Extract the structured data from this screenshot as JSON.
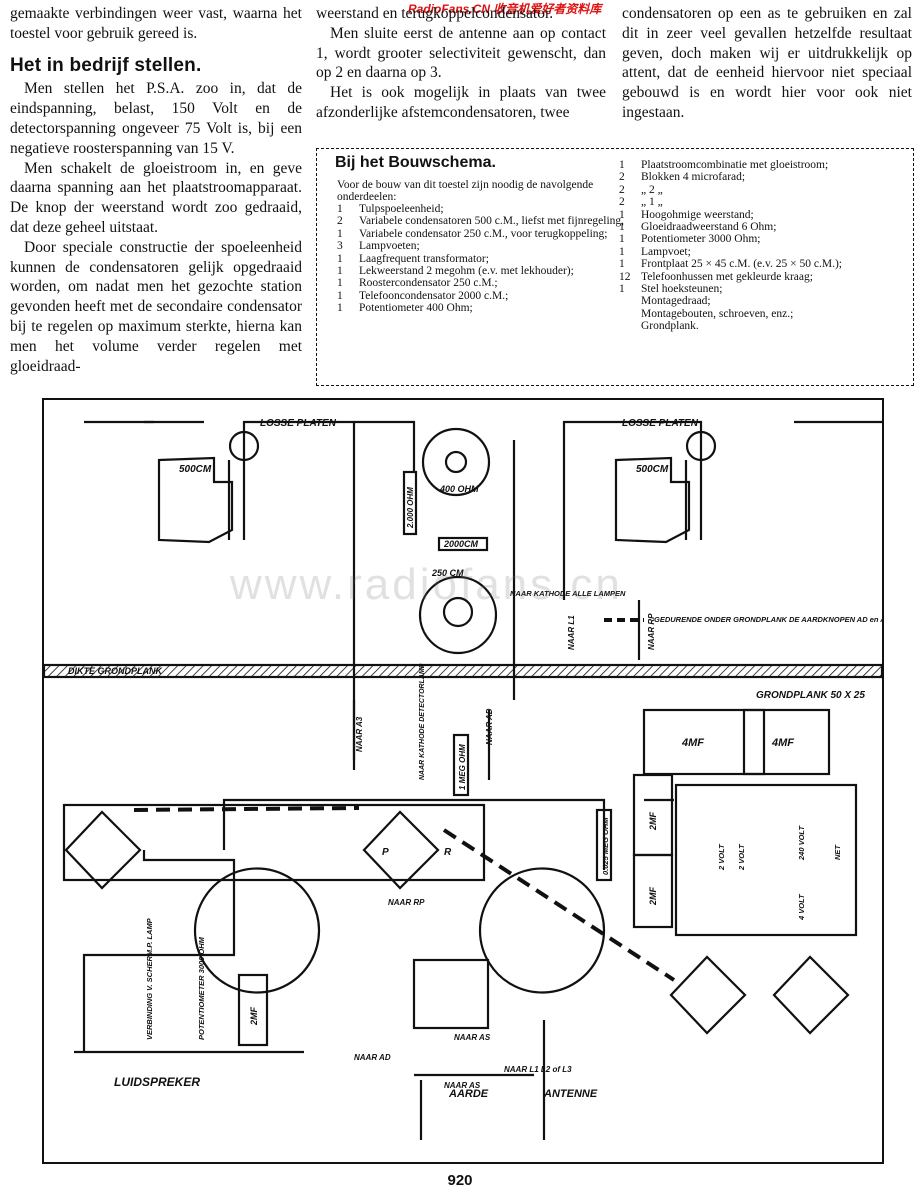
{
  "watermark_top": "RadioFans.CN 收音机爱好者资料库",
  "watermark_center": "www.radiofans.cn",
  "col1": {
    "p0": "gemaakte verbindingen weer vast, waarna het toestel voor gebruik gereed is.",
    "heading": "Het in bedrijf stellen.",
    "p1": "Men stellen het P.S.A. zoo in, dat de eindspanning, belast, 150 Volt en de detectorspanning ongeveer 75 Volt is, bij een negatieve roosterspanning van 15 V.",
    "p2": "Men schakelt de gloeistroom in, en geve daarna spanning aan het plaatstroomapparaat. De knop der weerstand wordt zoo gedraaid, dat deze geheel uitstaat.",
    "p3": "Door speciale constructie der spoeleenheid kunnen de condensatoren gelijk opgedraaid worden, om nadat men het gezochte station gevonden heeft met de secondaire condensator bij te regelen op maximum sterkte, hierna kan men het volume verder regelen met gloeidraad-"
  },
  "col2": {
    "p0": "weerstand en terugkoppelcondensator.",
    "p1": "Men sluite eerst de antenne aan op contact 1, wordt grooter selectiviteit gewenscht, dan op 2 en daarna op 3.",
    "p2": "Het is ook mogelijk in plaats van twee afzonderlijke afstemcondensatoren, twee"
  },
  "col3": {
    "p0": "condensatoren op een as te gebruiken en zal dit in zeer veel gevallen hetzelfde resultaat geven, doch maken wij er uitdrukkelijk op attent, dat de eenheid hiervoor niet speciaal gebouwd is en wordt hier voor ook niet ingestaan."
  },
  "parts": {
    "title": "Bij het Bouwschema.",
    "intro": "Voor de bouw van dit toestel zijn noodig de navolgende onderdeelen:",
    "left": [
      {
        "q": "1",
        "t": "Tulpspoeleenheid;"
      },
      {
        "q": "2",
        "t": "Variabele condensatoren 500 c.M., liefst met fijnregeling,"
      },
      {
        "q": "1",
        "t": "Variabele condensator 250 c.M., voor terugkoppeling;"
      },
      {
        "q": "3",
        "t": "Lampvoeten;"
      },
      {
        "q": "1",
        "t": "Laagfrequent transformator;"
      },
      {
        "q": "1",
        "t": "Lekweerstand 2 megohm (e.v. met lekhouder);"
      },
      {
        "q": "1",
        "t": "Roostercondensator 250 c.M.;"
      },
      {
        "q": "1",
        "t": "Telefooncondensator 2000 c.M.;"
      },
      {
        "q": "1",
        "t": "Potentiometer 400 Ohm;"
      }
    ],
    "right": [
      {
        "q": "1",
        "t": "Plaatstroomcombinatie met gloeistroom;"
      },
      {
        "q": "2",
        "t": "Blokken 4 microfarad;"
      },
      {
        "q": "2",
        "t": "„ 2 „"
      },
      {
        "q": "2",
        "t": "„ 1 „"
      },
      {
        "q": "1",
        "t": "Hoogohmige weerstand;"
      },
      {
        "q": "1",
        "t": "Gloeidraadweerstand 6 Ohm;"
      },
      {
        "q": "1",
        "t": "Potentiometer 3000 Ohm;"
      },
      {
        "q": "1",
        "t": "Lampvoet;"
      },
      {
        "q": "1",
        "t": "Frontplaat 25 × 45 c.M. (e.v. 25 × 50 c.M.);"
      },
      {
        "q": "12",
        "t": "Telefoonhussen met gekleurde kraag;"
      },
      {
        "q": "1",
        "t": "Stel hoeksteunen;"
      },
      {
        "q": "",
        "t": "Montagedraad;"
      },
      {
        "q": "",
        "t": "Montagebouten, schroeven, enz.;"
      },
      {
        "q": "",
        "t": "Grondplank."
      }
    ]
  },
  "schematic": {
    "losse_platen_left": "LOSSE PLATEN",
    "losse_platen_right": "LOSSE PLATEN",
    "cap_left": "500CM",
    "cap_right": "500CM",
    "pot": "400 OHM",
    "rheo": "2000CM",
    "cap_fb": "250 CM",
    "res_2mohm": "2.000 OHM",
    "naar_kathode_alle_lampen": "NAAR KATHODE ALLE LAMPEN",
    "legend_dashed": "GEDURENDE ONDER GRONDPLANK DE AARDKNOPEN AD en AS KUNNEN DIRECT GEAARD WORDEN",
    "dikte_grondplank": "DIKTE GRONDPLANK",
    "grondplank": "GRONDPLANK 50 X 25",
    "naar_a3": "NAAR A3",
    "naar_kathode_2": "NAAR KATHODE DETECTORLAMP",
    "naar_ad": "NAAR AD",
    "naar_l1": "NAAR L1",
    "naar_rp": "NAAR RP",
    "meg_ohm_1": "1 MEG OHM",
    "mf4_a": "4MF",
    "mf4_b": "4MF",
    "mf2_a": "2MF",
    "mf2_b": "2MF",
    "mf2_c": "2MF",
    "meg_0025": "0.025 MEG OHM",
    "v2_a": "2 VOLT",
    "v2_b": "2 VOLT",
    "v240": "240 VOLT",
    "v4": "4 VOLT",
    "net": "NET",
    "naar_rp2": "NAAR RP",
    "naar_as": "NAAR AS",
    "naar_as2": "NAAR AS",
    "naar_ad2": "NAAR AD",
    "naar_l1l2l3": "NAAR L1 L2 of L3",
    "potmeter": "POTENTIOMETER 3000 OHM",
    "verbinding": "VERBINDING V. SCHERM.P. LAMP",
    "luidspreker": "LUIDSPREKER",
    "aarde": "AARDE",
    "antenne": "ANTENNE",
    "pin_p": "P",
    "pin_r": "R"
  },
  "page_number": "920"
}
